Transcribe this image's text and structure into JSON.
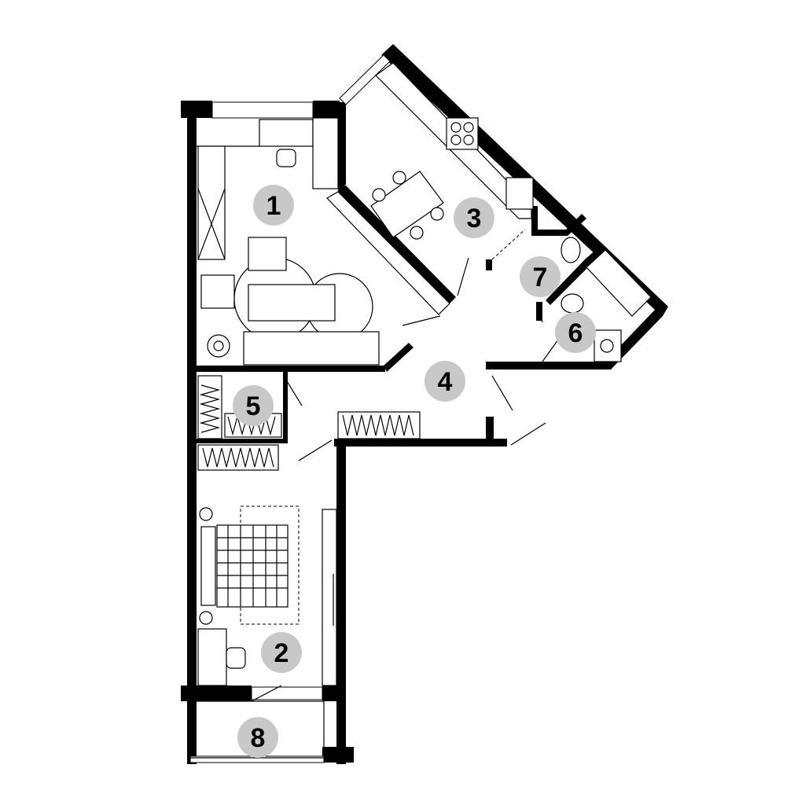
{
  "plan": {
    "rooms": [
      {
        "number": "1",
        "name": "living-room"
      },
      {
        "number": "2",
        "name": "bedroom"
      },
      {
        "number": "3",
        "name": "kitchen"
      },
      {
        "number": "4",
        "name": "hallway"
      },
      {
        "number": "5",
        "name": "storage"
      },
      {
        "number": "6",
        "name": "bathroom"
      },
      {
        "number": "7",
        "name": "toilet"
      },
      {
        "number": "8",
        "name": "balcony"
      }
    ],
    "colors": {
      "wall": "#000000",
      "badge": "#c8c8c8",
      "background": "#ffffff"
    }
  }
}
